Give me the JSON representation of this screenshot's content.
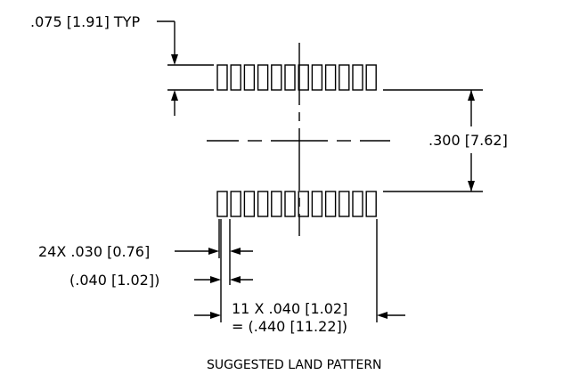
{
  "drawing": {
    "pad_count_per_row": 12,
    "rows": 2
  },
  "labels": {
    "pad_length": ".075 [1.91] TYP",
    "row_spacing": ".300 [7.62]",
    "pad_width": "24X .030 [0.76]",
    "pitch": "(.040 [1.02])",
    "span_line1": "11 X .040 [1.02]",
    "span_line2": "= (.440 [11.22])",
    "caption": "SUGGESTED LAND PATTERN"
  }
}
